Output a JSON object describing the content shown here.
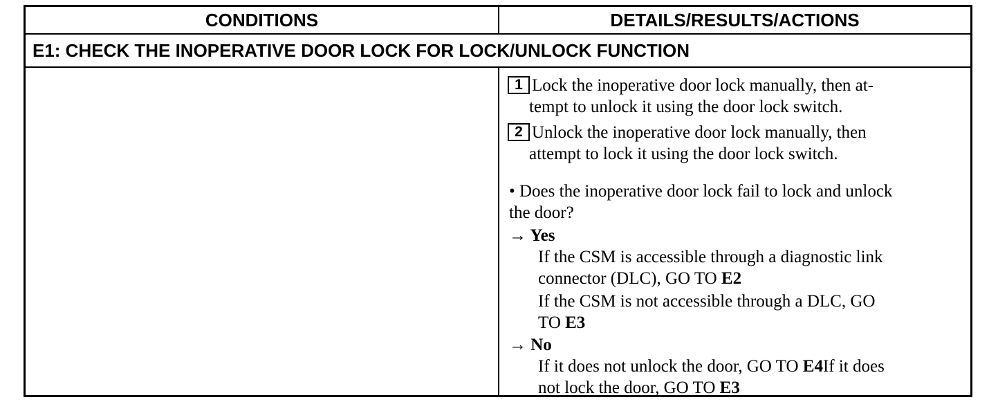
{
  "table": {
    "header": {
      "left": "CONDITIONS",
      "right": "DETAILS/RESULTS/ACTIONS"
    },
    "step_title": "E1: CHECK THE INOPERATIVE DOOR LOCK FOR LOCK/UNLOCK FUNCTION",
    "items": [
      {
        "number": "1",
        "line1": "Lock the inoperative door lock manually, then at-",
        "line2": "tempt to unlock it using the door lock switch."
      },
      {
        "number": "2",
        "line1": "Unlock the inoperative door lock manually, then",
        "line2": "attempt to lock it using the door lock switch."
      }
    ],
    "question": {
      "line1": "• Does the inoperative door lock fail to lock and unlock",
      "line2": "the door?"
    },
    "yes": {
      "label": "→ Yes",
      "a_line1": "If the CSM is accessible through a diagnostic link",
      "a_line2": "connector (DLC), GO TO ",
      "a_ref": "E2",
      "b_line1": "If the CSM is not accessible through a DLC, GO",
      "b_line2": "TO ",
      "b_ref": "E3"
    },
    "no": {
      "label": "→ No",
      "line1_pre": "If it does not unlock the door, GO TO ",
      "line1_ref": "E4",
      "line1_post": "If it does",
      "line2_pre": "not lock the door, GO TO ",
      "line2_ref": "E3"
    }
  }
}
